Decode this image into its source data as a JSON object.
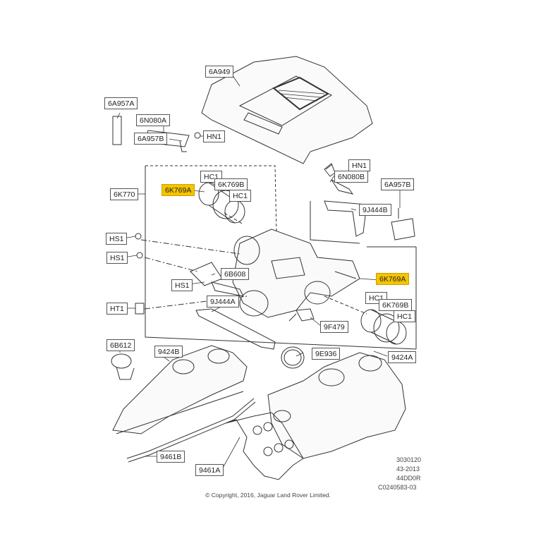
{
  "labels": {
    "p6A949": "6A949",
    "p6A957A": "6A957A",
    "p6N080A": "6N080A",
    "p6A957B_left": "6A957B",
    "pHN1_left": "HN1",
    "pHN1_right": "HN1",
    "p6N080B": "6N080B",
    "p6A957B_right": "6A957B",
    "p9J444B": "9J444B",
    "pHC1_a": "HC1",
    "p6K769B_top": "6K769B",
    "pHC1_b": "HC1",
    "p6K769A_top": "6K769A",
    "p6K770": "6K770",
    "pHS1_a": "HS1",
    "pHS1_b": "HS1",
    "pHS1_c": "HS1",
    "p6B608": "6B608",
    "pHT1": "HT1",
    "p9J444A": "9J444A",
    "p6K769A_right": "6K769A",
    "pHC1_c": "HC1",
    "p6K769B_right": "6K769B",
    "pHC1_d": "HC1",
    "p9F479": "9F479",
    "p9E936": "9E936",
    "p9424A": "9424A",
    "p6B612": "6B612",
    "p9424B": "9424B",
    "p9461B": "9461B",
    "p9461A": "9461A"
  },
  "ref_block": [
    "3030120",
    "43-2013",
    "44DD0R",
    "C0240583-03"
  ],
  "copyright": "© Copyright, 2016, Jaguar Land Rover Limited.",
  "colors": {
    "highlight": "#f5c400",
    "line": "#333333",
    "label_border": "#555555"
  }
}
